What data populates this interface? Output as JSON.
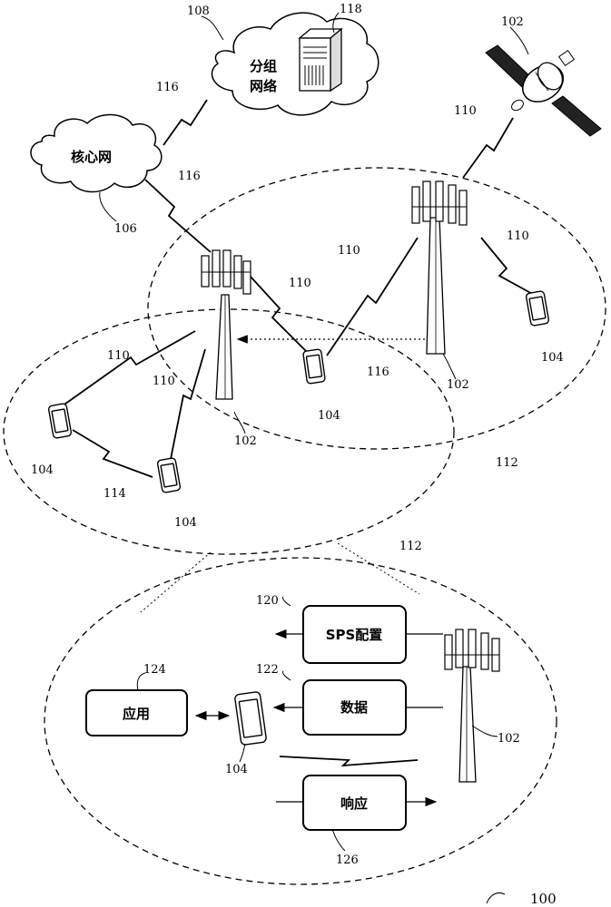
{
  "figure_number": "100",
  "clouds": {
    "packet_network": {
      "line1": "分组",
      "line2": "网络",
      "ref": "108"
    },
    "core_network": {
      "label": "核心网",
      "ref": "106"
    }
  },
  "server_ref": "118",
  "satellite_ref": "102",
  "base_stations": {
    "left": "102",
    "right": "102",
    "detail": "102"
  },
  "devices": [
    "104",
    "104",
    "104",
    "104",
    "104"
  ],
  "link_refs": {
    "core_to_packet": "116",
    "core_to_bs": "116",
    "bs_to_bs": "116",
    "d2d": "114",
    "wireless": "110"
  },
  "coverage_refs": {
    "right_cell": "112",
    "left_cell": "112"
  },
  "detail_boxes": {
    "sps_config": {
      "label": "SPS配置",
      "ref": "120"
    },
    "data": {
      "label": "数据",
      "ref": "122"
    },
    "response": {
      "label": "响应",
      "ref": "126"
    },
    "application": {
      "label": "应用",
      "ref": "124"
    }
  }
}
